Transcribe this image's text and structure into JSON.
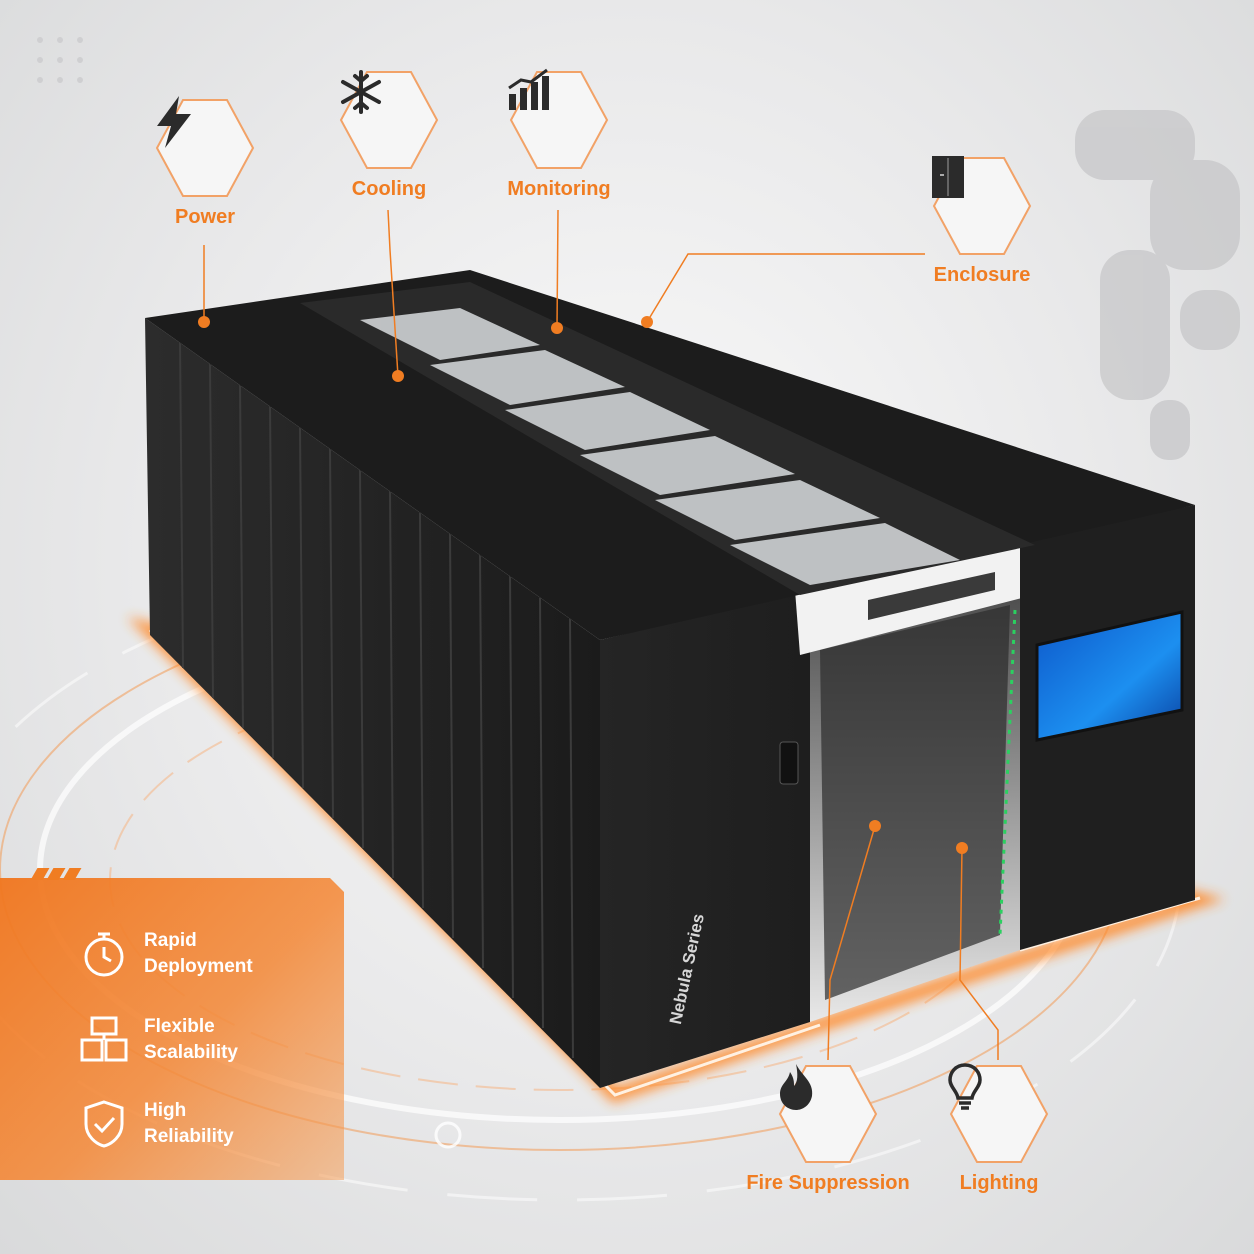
{
  "features": [
    {
      "id": "power",
      "label": "Power",
      "icon": "lightning-icon"
    },
    {
      "id": "cooling",
      "label": "Cooling",
      "icon": "snowflake-icon"
    },
    {
      "id": "monitoring",
      "label": "Monitoring",
      "icon": "bar-chart-icon"
    },
    {
      "id": "enclosure",
      "label": "Enclosure",
      "icon": "cabinet-icon"
    },
    {
      "id": "fire",
      "label": "Fire Suppression",
      "icon": "flame-icon"
    },
    {
      "id": "lighting",
      "label": "Lighting",
      "icon": "lightbulb-icon"
    }
  ],
  "benefits": [
    {
      "line1": "Rapid",
      "line2": "Deployment",
      "icon": "stopwatch-icon"
    },
    {
      "line1": "Flexible",
      "line2": "Scalability",
      "icon": "modules-icon"
    },
    {
      "line1": "High",
      "line2": "Reliability",
      "icon": "shield-check-icon"
    }
  ],
  "product": {
    "series": "Nebula Series"
  },
  "colors": {
    "accent": "#f07d22",
    "cabinet": "#232323",
    "glow": "#ff8a2a",
    "panel": "#f07720"
  }
}
